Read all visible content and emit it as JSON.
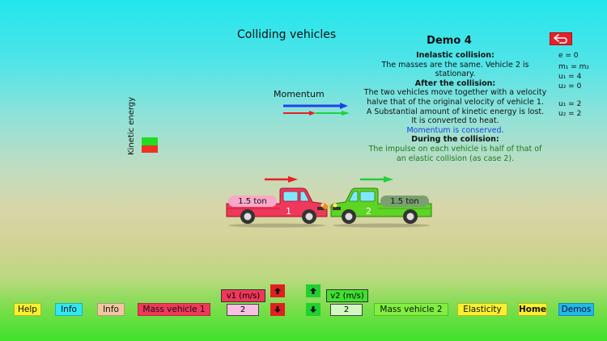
{
  "screen": {
    "title": "Colliding vehicles",
    "demo_title": "Demo 4"
  },
  "description": {
    "heading1": "Inelastic collision:",
    "line1": "The masses are the same. Vehicle 2 is",
    "line2": "stationary.",
    "heading2": "After the collision:",
    "line3": "The two vehicles move together with a velocity",
    "line4": "halve that of the original velocity of vehicle 1.",
    "line5": "A Substantial amount of kinetic energy is lost.",
    "line6": "It is converted to heat.",
    "line7": "Momentum is conserved.",
    "heading3": "During the collision:",
    "line8": "The impulse on each vehicle is half of that of",
    "line9": "an elastic collision  (as case 2)."
  },
  "params": {
    "e": "e = 0",
    "masses": "m₁ = m₂",
    "u1_before": "u₁ = 4",
    "u2_before": "u₂ = 0",
    "u1_after": "u₁ = 2",
    "u2_after": "u₂ = 2"
  },
  "labels": {
    "kinetic_energy": "Kinetic energy",
    "momentum": "Momentum"
  },
  "vehicles": {
    "v1_mass": "1.5 ton",
    "v1_number": "1",
    "v2_mass": "1.5 ton",
    "v2_number": "2"
  },
  "toolbar": {
    "help": "Help",
    "info1": "Info",
    "info2": "Info",
    "mass_vehicle1": "Mass vehicle 1",
    "v1_label": "v1 (m/s)",
    "v1_value": "2",
    "v2_label": "v2 (m/s)",
    "v2_value": "2",
    "mass_vehicle2": "Mass vehicle 2",
    "elasticity": "Elasticity",
    "home": "Home",
    "demos": "Demos"
  },
  "colors": {
    "vehicle1": "#f0385a",
    "vehicle2": "#5ed424",
    "momentum_blue": "#2040e8",
    "arrow_red": "#e82020",
    "arrow_green": "#20d040"
  }
}
